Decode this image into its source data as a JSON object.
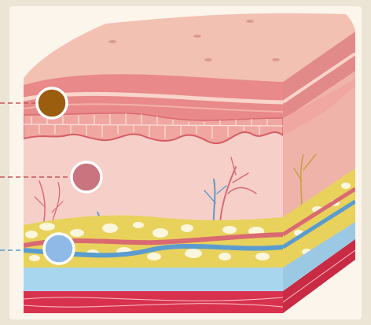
{
  "colors": {
    "backdrop": "#ece4d4",
    "panel": "#fbf5ec",
    "epidermis_top": "#f2c1b2",
    "epidermis_band": "#e9898a",
    "epidermis_line": "#f9d5cb",
    "cell_band": "#f1a7a1",
    "dermis": "#f6cfc8",
    "dermis_side": "#efb3a9",
    "fat": "#e8d25c",
    "fat_globule": "#fbf6dc",
    "muscle_blue": "#a9d6ef",
    "bottom_red": "#d8314e",
    "vessel_red": "#d96a72",
    "vessel_blue": "#5b9ccf",
    "nerve_gold": "#c9a14a",
    "marker_brown": "#9b5e0e",
    "marker_mauve": "#c9747e",
    "marker_blue": "#8fb9e6",
    "leader_line": "#c45a5a"
  },
  "markers": [
    {
      "id": "epidermis",
      "color": "#9b5e0e"
    },
    {
      "id": "dermis",
      "color": "#c9747e"
    },
    {
      "id": "subcutaneous",
      "color": "#8fb9e6"
    }
  ]
}
